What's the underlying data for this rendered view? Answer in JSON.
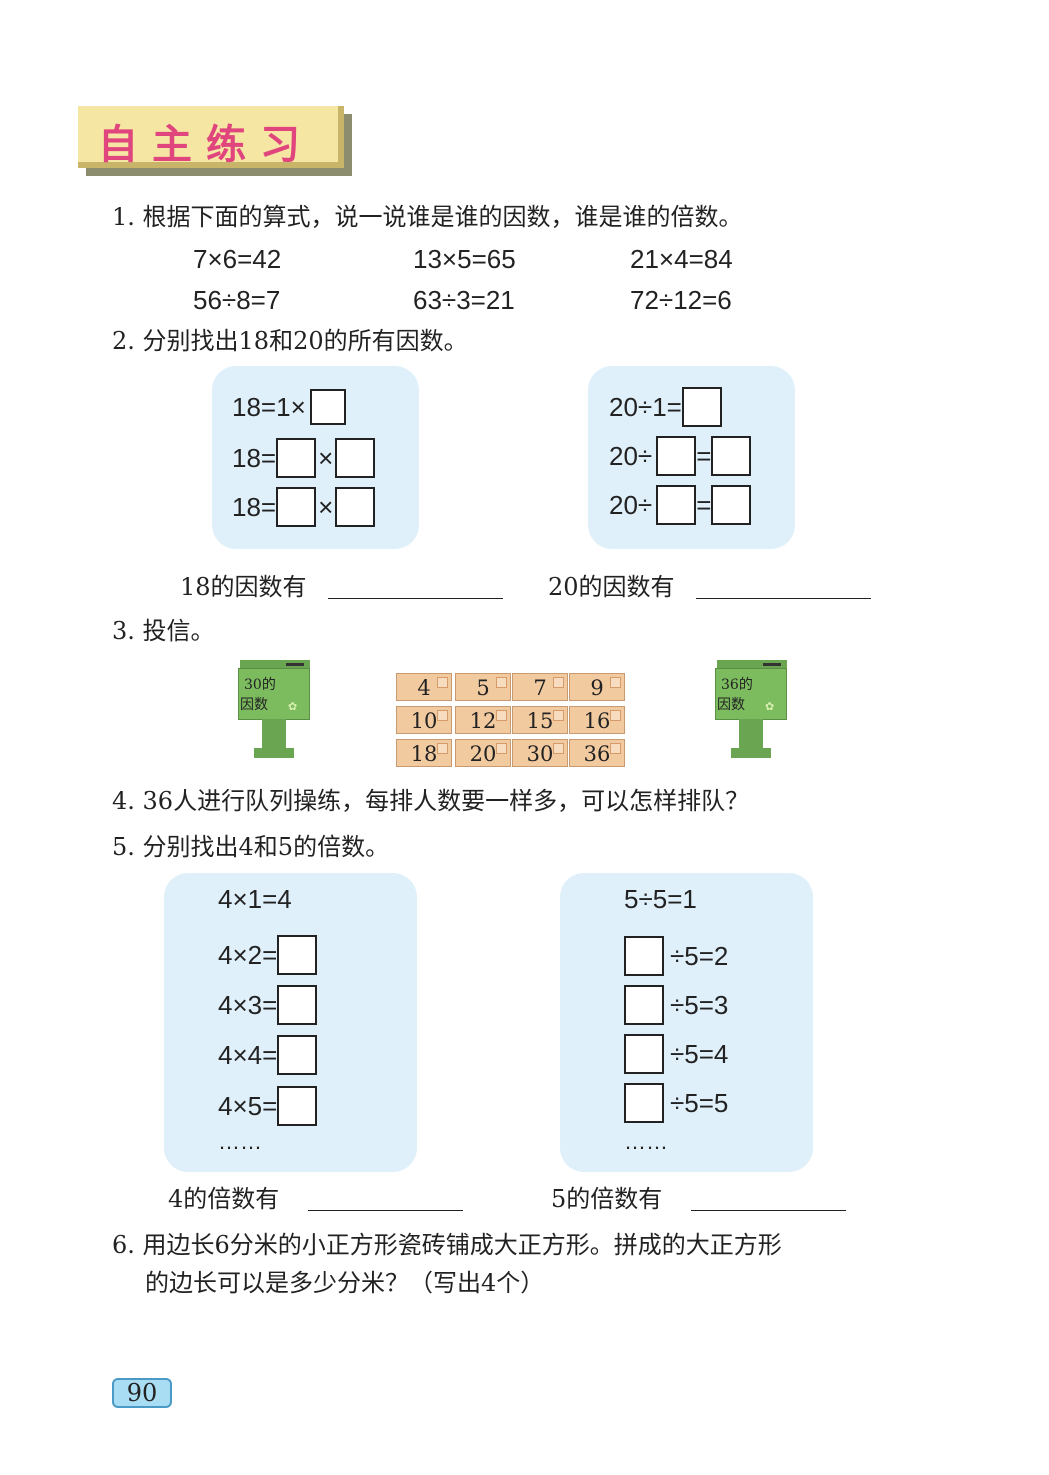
{
  "header": {
    "title": "自主练习"
  },
  "q1": {
    "text": "1. 根据下面的算式，说一说谁是谁的因数，谁是谁的倍数。",
    "row1": [
      "7×6=42",
      "13×5=65",
      "21×4=84"
    ],
    "row2": [
      "56÷8=7",
      "63÷3=21",
      "72÷12=6"
    ]
  },
  "q2": {
    "text": "2. 分别找出18和20的所有因数。",
    "left": {
      "r1": [
        "18=1×"
      ],
      "r2": [
        "18=",
        "×"
      ],
      "r3": [
        "18=",
        "×"
      ]
    },
    "right": {
      "r1": [
        "20÷1="
      ],
      "r2": [
        "20÷",
        "="
      ],
      "r3": [
        "20÷",
        "="
      ]
    },
    "left_answer": "18的因数有",
    "right_answer": "20的因数有"
  },
  "q3": {
    "text": "3. 投信。",
    "mailbox_left": {
      "line1": "30的",
      "line2": "因数"
    },
    "mailbox_right": {
      "line1": "36的",
      "line2": "因数"
    },
    "letters": [
      "4",
      "5",
      "7",
      "9",
      "10",
      "12",
      "15",
      "16",
      "18",
      "20",
      "30",
      "36"
    ]
  },
  "q4": {
    "text": "4. 36人进行队列操练，每排人数要一样多，可以怎样排队？"
  },
  "q5": {
    "text": "5. 分别找出4和5的倍数。",
    "left": {
      "r1": "4×1=4",
      "r2": "4×2=",
      "r3": "4×3=",
      "r4": "4×4=",
      "r5": "4×5=",
      "more": "……"
    },
    "right": {
      "r1": "5÷5=1",
      "r2": "÷5=2",
      "r3": "÷5=3",
      "r4": "÷5=4",
      "r5": "÷5=5",
      "more": "……"
    },
    "left_answer": "4的倍数有",
    "right_answer": "5的倍数有"
  },
  "q6": {
    "line1": "6. 用边长6分米的小正方形瓷砖铺成大正方形。拼成的大正方形",
    "line2": "的边长可以是多少分米？（写出4个）"
  },
  "footer": {
    "page_number": "90"
  },
  "colors": {
    "title_pink": "#e0457e",
    "banner_yellow": "#f5e6a3",
    "panel_blue": "#dff0fa",
    "mailbox_green": "#7cbb5e",
    "letter_orange": "#f2caa0"
  }
}
